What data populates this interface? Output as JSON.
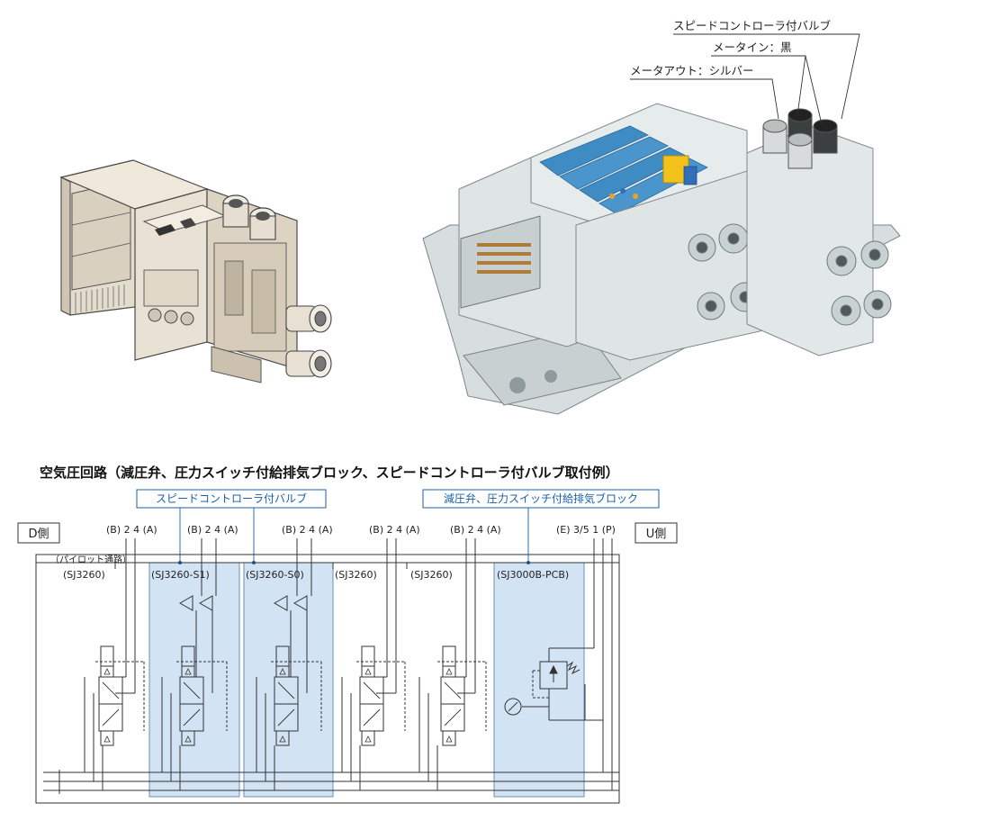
{
  "photo_labels": {
    "speed_controller_valve": "スピードコントローラ付バルブ",
    "meter_in": "メータイン：黒",
    "meter_out": "メータアウト：シルバー"
  },
  "diagram": {
    "title": "空気圧回路（減圧弁、圧力スイッチ付給排気ブロック、スピードコントローラ付バルブ取付例）",
    "callout_speed": "スピードコントローラ付バルブ",
    "callout_block": "減圧弁、圧力スイッチ付給排気ブロック",
    "side_d": "D側",
    "side_u": "U側",
    "pilot": "（パイロット通路）",
    "ports": [
      "(B) 2 4 (A)",
      "(B) 2  4 (A)",
      "(B) 2  4 (A)",
      "(B) 2 4 (A)",
      "(B) 2 4 (A)",
      "(E) 3/5 1 (P)"
    ],
    "stations": [
      "(SJ3260)",
      "(SJ3260-S1)",
      "(SJ3260-S0)",
      "(SJ3260)",
      "(SJ3260)",
      "(SJ3000B-PCB)"
    ]
  },
  "colors": {
    "highlight_fill": "#d2e3f4",
    "highlight_stroke": "#6b8fb8",
    "callout_blue": "#1a5fa8",
    "body_beige": "#e9e1d3",
    "body_grey": "#d5dcdc"
  }
}
